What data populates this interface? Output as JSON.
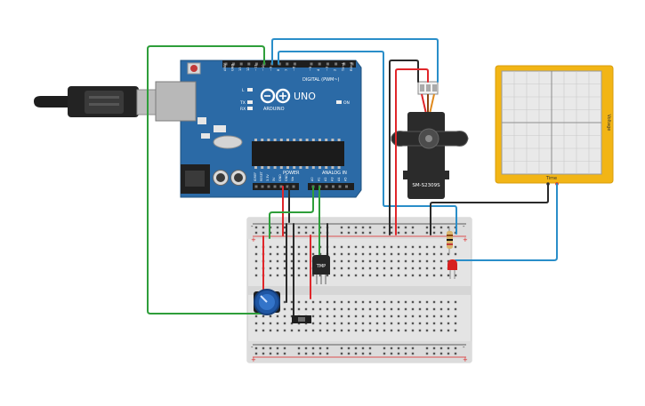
{
  "arduino": {
    "board_name": "UNO",
    "brand": "ARDUINO",
    "digital_header": "DIGITAL (PWM~)",
    "power_header": "POWER",
    "analog_header": "ANALOG IN",
    "on_label": "ON",
    "tx_label": "TX",
    "rx_label": "RX",
    "l_label": "L",
    "digital_pins": [
      "AREF",
      "GND",
      "13",
      "12",
      "~11",
      "~10",
      "~9",
      "8",
      "7",
      "~6",
      "~5",
      "4",
      "~3",
      "2",
      "TX→1",
      "RX←0"
    ],
    "power_pins": [
      "IOREF",
      "RESET",
      "3.3V",
      "5V",
      "GND",
      "GND",
      "Vin"
    ],
    "analog_pins": [
      "A0",
      "A1",
      "A2",
      "A3",
      "A4",
      "A5"
    ]
  },
  "servo": {
    "model": "SM-S2309S"
  },
  "oscilloscope": {
    "time_label": "Time",
    "voltage_label": "Voltage"
  },
  "sensor": {
    "label": "TMP"
  },
  "colors": {
    "board": "#2b6aa6",
    "wire_red": "#e0262a",
    "wire_green": "#2e9e3a",
    "wire_blue": "#2a8ec9",
    "wire_black": "#2a2a2a",
    "scope_frame": "#f2b515",
    "breadboard": "#e2e2e2"
  }
}
